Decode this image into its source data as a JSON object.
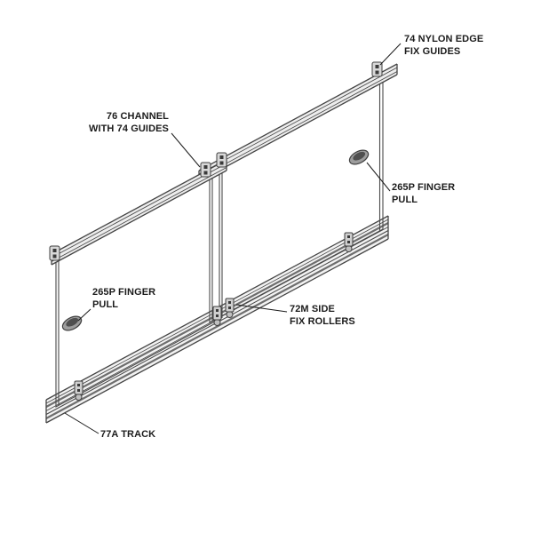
{
  "figure": {
    "background": "#ffffff",
    "line_color": "#454545",
    "accent_fill": "#d8d8d8",
    "text_color": "#1b1b1b"
  },
  "labels": {
    "nylon_edge_fix_guides": "74 NYLON EDGE\nFIX GUIDES",
    "channel_with_guides": "76 CHANNEL\nWITH 74 GUIDES",
    "finger_pull_right": "265P FINGER\nPULL",
    "finger_pull_left": "265P FINGER\nPULL",
    "side_fix_rollers": "72M SIDE\nFIX ROLLERS",
    "track": "77A TRACK"
  }
}
